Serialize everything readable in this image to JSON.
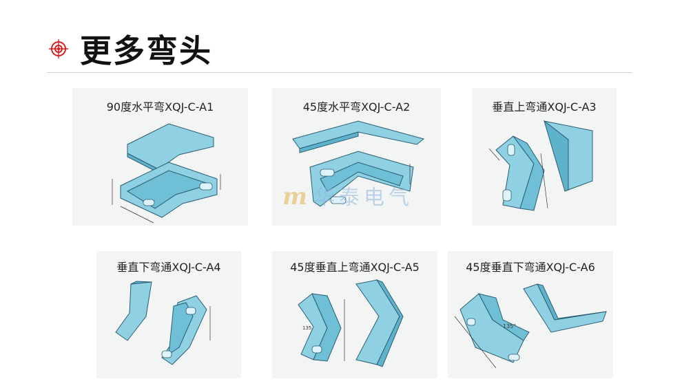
{
  "header": {
    "title": "更多弯头",
    "icon": "crosshair-target-icon",
    "accent_color": "#d32020"
  },
  "colors": {
    "tray_fill": "#8fd0e3",
    "tray_shade": "#5fb2cc",
    "outline": "#2a5c72"
  },
  "panels": [
    {
      "label": "90度水平弯XQJ-C-A1"
    },
    {
      "label": "45度水平弯XQJ-C-A2"
    },
    {
      "label": "垂直上弯通XQJ-C-A3"
    },
    {
      "label": "垂直下弯通XQJ-C-A4"
    },
    {
      "label": "45度垂直上弯通XQJ-C-A5"
    },
    {
      "label": "45度垂直下弯通XQJ-C-A6"
    }
  ],
  "watermark": {
    "logo": "m",
    "text": "华泰电气"
  },
  "annotations": {
    "angle_a6": "135°",
    "dim_a5": "135"
  }
}
